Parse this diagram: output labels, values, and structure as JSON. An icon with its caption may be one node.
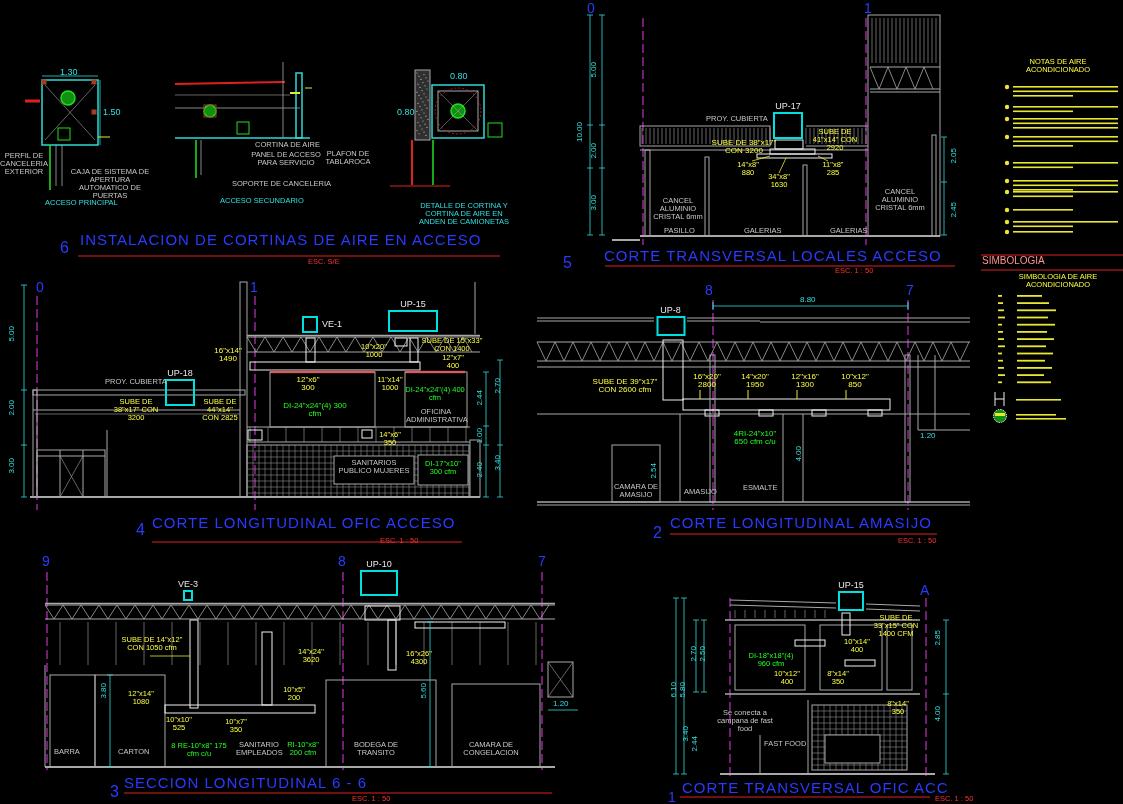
{
  "diagram": {
    "nodes": [
      {
        "text": [
          "UP-17"
        ]
      },
      {
        "text": [
          "VE-1"
        ]
      },
      {
        "text": [
          "UP-15"
        ]
      },
      {
        "text": [
          "UP-18"
        ]
      },
      {
        "text": [
          "UP-8"
        ]
      },
      {
        "text": [
          "VE-3"
        ]
      },
      {
        "text": [
          "UP-10"
        ]
      },
      {
        "text": [
          "UP-15"
        ]
      }
    ],
    "labels": [
      "1.30",
      "1.50",
      "PERFIL DE CANCELERIA EXTERIOR",
      "CAJA DE SISTEMA DE APERTURA AUTOMATICO DE PUERTAS",
      "ACCESO PRINCIPAL",
      "CORTINA DE AIRE",
      "PANEL DE ACCESO PARA SERVICIO",
      "PLAFON DE TABLAROCA",
      "SOPORTE DE CANCELERIA",
      "ACCESO SECUNDARIO",
      "0.80",
      "0.80",
      "DETALLE DE CORTINA Y CORTINA DE AIRE EN ANDEN DE CAMIONETAS",
      "6",
      "INSTALACION DE CORTINAS DE AIRE EN ACCESO",
      "ESC. S/E",
      "NOTAS DE AIRE ACONDICIONADO",
      "SIMBOLOGIA",
      "SIMBOLOGIA DE AIRE ACONDICIONADO",
      "0",
      "1",
      "5.00",
      "10.00",
      "2.00",
      "3.00",
      "PROY. CUBIERTA",
      "SUBE DE 38\"x17\" CON 3200",
      "SUBE DE 41\"x14\" CON 2920",
      "14\"x8\" 880",
      "34\"x8\" 1630",
      "11\"x8\" 285",
      "CANCEL ALUMINIO CRISTAL 6mm",
      "CANCEL ALUMINIO CRISTAL 6mm",
      "PASILLO",
      "GALERIAS",
      "GALERIAS",
      "2.05",
      "2.45",
      "5",
      "CORTE TRANSVERSAL LOCALES ACCESO",
      "ESC. 1 : 50",
      "0",
      "1",
      "5.00",
      "2.00",
      "3.00",
      "PROY. CUBIERTA",
      "SUBE DE 38\"x17\" CON 3200",
      "SUBE DE 44\"x14\" CON 2825",
      "16\"x14\" 1490",
      "10\"x20\" 1000",
      "SUBE DE 15\"x33\" CON 1400",
      "12\"x7\" 400",
      "12\"x6\" 300",
      "11\"x14\" 1000",
      "DI-24\"x24\"(4) 400 cfm",
      "DI-24\"x24\"(4) 300 cfm",
      "OFICINA ADMINISTRATIVA",
      "14\"x6\" 350",
      "SANITARIOS PUBLICO MUJERES",
      "DI-17\"x10\" 300 cfm",
      "2.44",
      "2.70",
      "1.00",
      "2.40",
      "3.40",
      "4",
      "CORTE LONGITUDINAL OFIC ACCESO",
      "ESC. 1 : 50",
      "8",
      "7",
      "8.80",
      "SUBE DE 39\"x17\" CON 2600 cfm",
      "16\"x20\" 2800",
      "14\"x20\" 1950",
      "12\"x16\" 1300",
      "10\"x12\" 850",
      "4RI-24\"x10\" 650 cfm c/u",
      "4.00",
      "2.54",
      "CAMARA DE AMASIJO",
      "AMASIJO",
      "ESMALTE",
      "1.20",
      "2",
      "CORTE LONGITUDINAL AMASIJO",
      "ESC. 1 : 50",
      "9",
      "8",
      "7",
      "SUBE DE 14\"x12\" CON 1050 cfm",
      "14\"x24\" 3620",
      "16\"x26\" 4300",
      "3.80",
      "12\"x14\" 1080",
      "10\"x5\" 200",
      "5.60",
      "1.20",
      "10\"x10\" 525",
      "10\"x7\" 350",
      "BARRA",
      "CARTON",
      "8 RE-10\"x8\" 175 cfm c/u",
      "SANITARIO EMPLEADOS",
      "RI-10\"x8\" 200 cfm",
      "BODEGA DE TRANSITO",
      "CAMARA DE CONGELACION",
      "3",
      "SECCION LONGITUDINAL 6 - 6",
      "ESC. 1 : 50",
      "SUBE DE 33\"x15\" CON 1400 CFM",
      "DI-18\"x18\"(4) 960 cfm",
      "10\"x14\" 400",
      "10\"x12\" 400",
      "8\"x14\" 350",
      "8\"x14\" 350",
      "Se conecta a campana de fast food",
      "FAST FOOD",
      "6.10",
      "5.80",
      "2.70",
      "2.50",
      "3.40",
      "2.44",
      "2.85",
      "4.00",
      "1",
      "CORTE TRANSVERSAL OFIC ACC",
      "ESC. 1 : 50",
      "A"
    ]
  }
}
